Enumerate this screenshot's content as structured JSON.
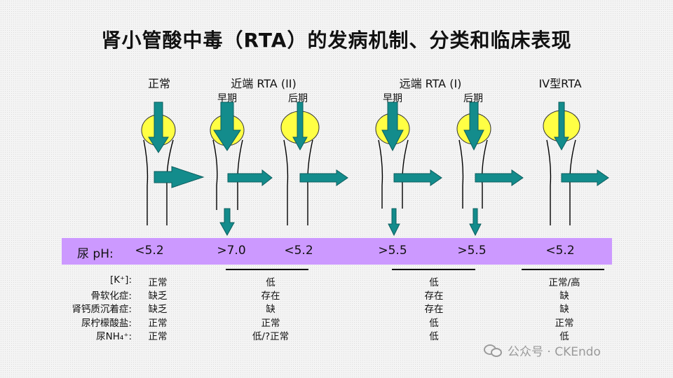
{
  "title": "肾小管酸中毒（RTA）的发病机制、分类和临床表现",
  "headers": {
    "normal": "正常",
    "proximal": "近端 RTA (II)",
    "distal": "远端 RTA (I)",
    "type4": "IV型RTA"
  },
  "subheaders": {
    "proximal_early": "早期",
    "proximal_late": "后期",
    "distal_early": "早期",
    "distal_late": "后期"
  },
  "urine_ph": {
    "label": "尿 pH:",
    "values": [
      "<5.2",
      ">7.0",
      "<5.2",
      ">5.5",
      ">5.5",
      "<5.2"
    ]
  },
  "table": {
    "row_labels": [
      "[K⁺]:",
      "骨软化症:",
      "肾钙质沉着症:",
      "尿柠檬酸盐:",
      "尿NH₄⁺:"
    ],
    "normal": [
      "正常",
      "缺乏",
      "缺乏",
      "正常",
      "正常"
    ],
    "proximal": [
      "低",
      "存在",
      "缺",
      "正常",
      "低/?正常"
    ],
    "distal": [
      "低",
      "存在",
      "存在",
      "低",
      "低"
    ],
    "type4": [
      "正常/高",
      "缺",
      "缺",
      "正常",
      "低"
    ]
  },
  "watermark": {
    "text": "公众号 · CKEndo",
    "icon": "wechat-icon"
  },
  "colors": {
    "arrow": "#138c8c",
    "arrow_stroke": "#0b5e5e",
    "ellipse": "#ffff44",
    "ph_band": "#cc99ff"
  }
}
